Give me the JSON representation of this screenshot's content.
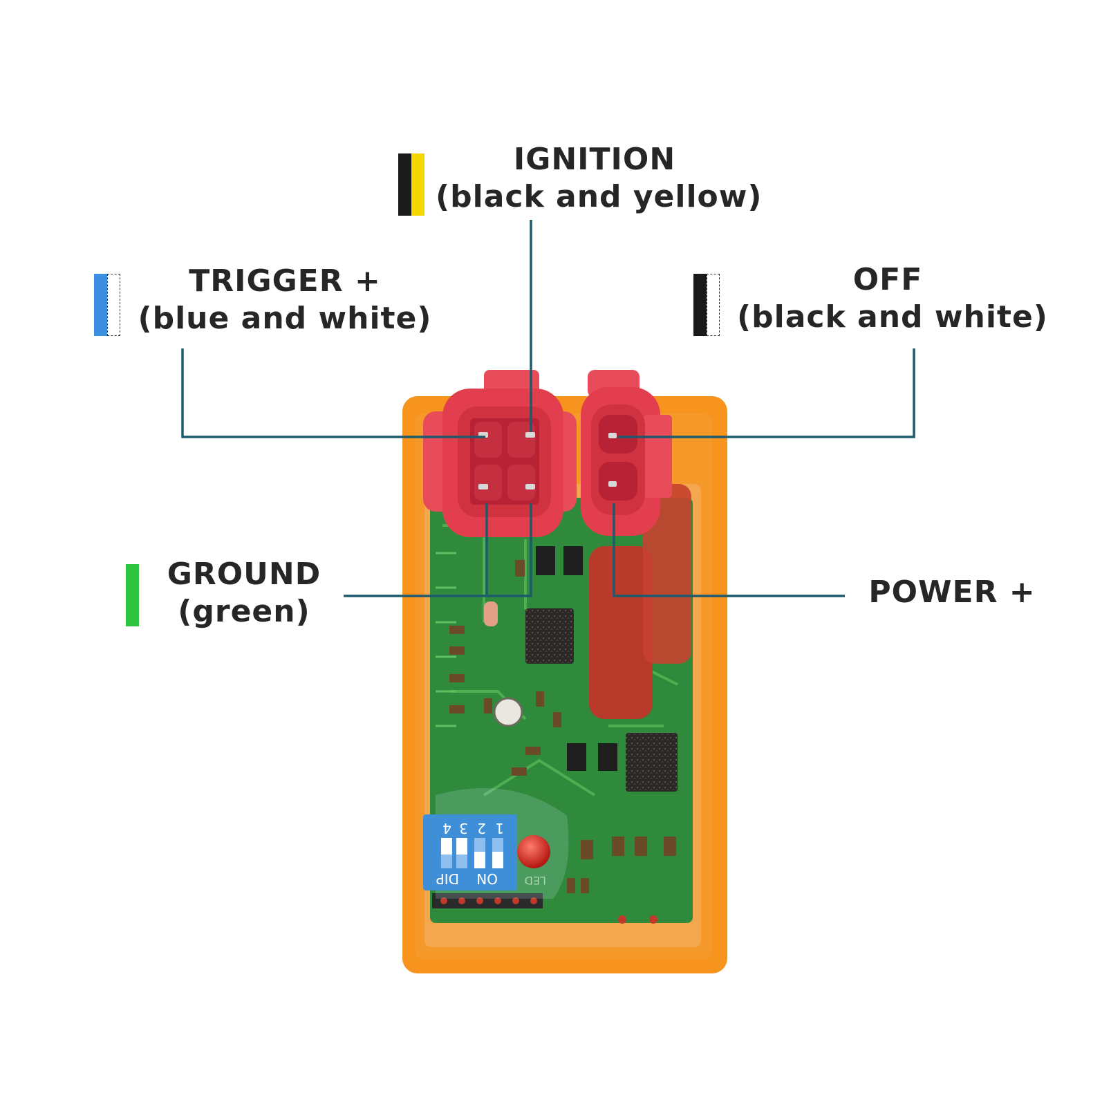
{
  "labels": {
    "ignition": {
      "name": "IGNITION",
      "wire": "(black and yellow)"
    },
    "trigger": {
      "name": "TRIGGER +",
      "wire": "(blue and white)"
    },
    "off": {
      "name": "OFF",
      "wire": "(black and white)"
    },
    "ground": {
      "name": "GROUND",
      "wire": "(green)"
    },
    "power": {
      "name": "POWER +"
    }
  },
  "dip_switch": {
    "numbers": [
      "4",
      "3",
      "2",
      "1"
    ],
    "dip_text": "DIP",
    "on_text": "ON"
  },
  "led_text": "LED",
  "colors": {
    "leader_line": "#1e5a6e",
    "housing": "#f7941d",
    "connector": "#e84c5a",
    "pcb": "#2f8a3c",
    "swatch_black": "#1a1a1a",
    "swatch_yellow": "#f5d800",
    "swatch_blue": "#3a8fe0",
    "swatch_green": "#2ec43c"
  }
}
